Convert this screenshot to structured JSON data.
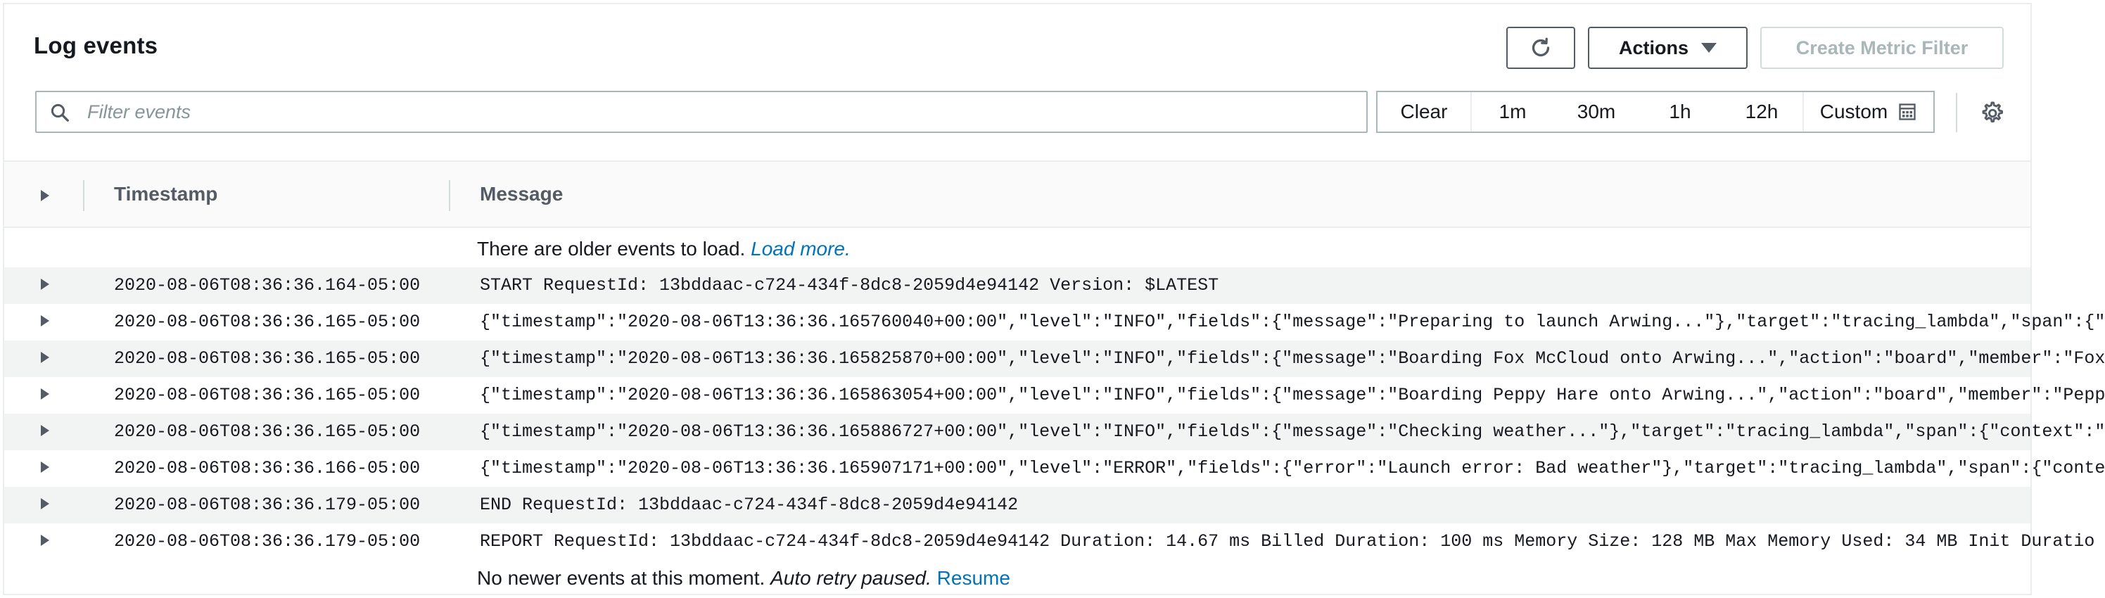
{
  "header": {
    "title": "Log events",
    "actions_label": "Actions",
    "create_metric_filter_label": "Create Metric Filter",
    "refresh_icon": "refresh-icon",
    "caret_icon": "caret-down-icon"
  },
  "filter": {
    "placeholder": "Filter events",
    "value": "",
    "search_icon": "search-icon"
  },
  "time_range": {
    "clear": "Clear",
    "options": [
      "1m",
      "30m",
      "1h",
      "12h"
    ],
    "custom": "Custom",
    "calendar_icon": "calendar-icon"
  },
  "settings_icon": "gear-icon",
  "table": {
    "columns": [
      "Timestamp",
      "Message"
    ],
    "older_notice": "There are older events to load.",
    "load_more": "Load more.",
    "rows": [
      {
        "timestamp": "2020-08-06T08:36:36.164-05:00",
        "message": "START RequestId: 13bddaac-c724-434f-8dc8-2059d4e94142 Version: $LATEST"
      },
      {
        "timestamp": "2020-08-06T08:36:36.165-05:00",
        "message": "{\"timestamp\":\"2020-08-06T13:36:36.165760040+00:00\",\"level\":\"INFO\",\"fields\":{\"message\":\"Preparing to launch Arwing...\"},\"target\":\"tracing_lambda\",\"span\":{\""
      },
      {
        "timestamp": "2020-08-06T08:36:36.165-05:00",
        "message": "{\"timestamp\":\"2020-08-06T13:36:36.165825870+00:00\",\"level\":\"INFO\",\"fields\":{\"message\":\"Boarding Fox McCloud onto Arwing...\",\"action\":\"board\",\"member\":\"Fox"
      },
      {
        "timestamp": "2020-08-06T08:36:36.165-05:00",
        "message": "{\"timestamp\":\"2020-08-06T13:36:36.165863054+00:00\",\"level\":\"INFO\",\"fields\":{\"message\":\"Boarding Peppy Hare onto Arwing...\",\"action\":\"board\",\"member\":\"Pepp"
      },
      {
        "timestamp": "2020-08-06T08:36:36.165-05:00",
        "message": "{\"timestamp\":\"2020-08-06T13:36:36.165886727+00:00\",\"level\":\"INFO\",\"fields\":{\"message\":\"Checking weather...\"},\"target\":\"tracing_lambda\",\"span\":{\"context\":\""
      },
      {
        "timestamp": "2020-08-06T08:36:36.166-05:00",
        "message": "{\"timestamp\":\"2020-08-06T13:36:36.165907171+00:00\",\"level\":\"ERROR\",\"fields\":{\"error\":\"Launch error: Bad weather\"},\"target\":\"tracing_lambda\",\"span\":{\"conte"
      },
      {
        "timestamp": "2020-08-06T08:36:36.179-05:00",
        "message": "END RequestId: 13bddaac-c724-434f-8dc8-2059d4e94142"
      },
      {
        "timestamp": "2020-08-06T08:36:36.179-05:00",
        "message": "REPORT RequestId: 13bddaac-c724-434f-8dc8-2059d4e94142 Duration: 14.67 ms Billed Duration: 100 ms Memory Size: 128 MB Max Memory Used: 34 MB Init Duratio"
      }
    ],
    "newer_notice": "No newer events at this moment.",
    "auto_retry": "Auto retry paused.",
    "resume": "Resume"
  },
  "colors": {
    "link": "#0073bb",
    "border": "#aab7b8",
    "row_alt": "#f2f3f3",
    "disabled_text": "#aab7b8"
  }
}
